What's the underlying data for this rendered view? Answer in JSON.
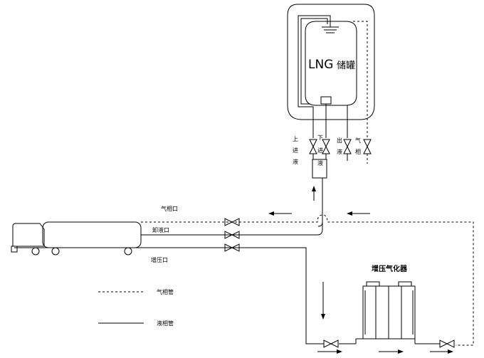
{
  "tank": {
    "title_latin": "LNG",
    "title_cn": "储罐"
  },
  "valve_labels": {
    "top_fill": [
      "上",
      "进",
      "液"
    ],
    "bottom_fill": [
      "下",
      "进",
      "液"
    ],
    "outlet": [
      "出",
      "液"
    ],
    "gas_phase": [
      "气",
      "相"
    ]
  },
  "trailer_ports": {
    "gas_port": "气相口",
    "liquid_port": "卸液口",
    "pressure_port": "增压口"
  },
  "equipment": {
    "vaporizer": "增压气化器"
  },
  "legend": [
    {
      "style": "dashed",
      "label": "气相管"
    },
    {
      "style": "solid",
      "label": "液相管"
    }
  ],
  "colors": {
    "line": "#000000",
    "background": "#ffffff"
  }
}
